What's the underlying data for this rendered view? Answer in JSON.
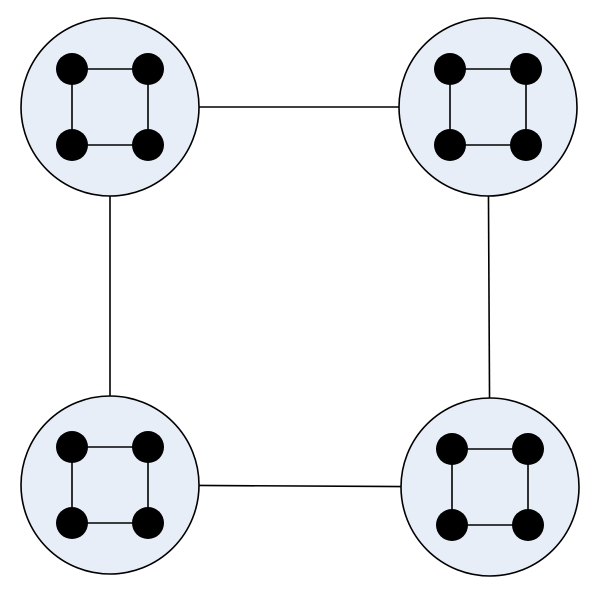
{
  "diagram": {
    "type": "hierarchical-network",
    "colors": {
      "background": "#ffffff",
      "cluster_fill": "#e8eef8",
      "stroke": "#000000",
      "node_fill": "#000000"
    },
    "clusters": [
      {
        "id": "top-left",
        "nodes": 4
      },
      {
        "id": "top-right",
        "nodes": 4
      },
      {
        "id": "bottom-left",
        "nodes": 4
      },
      {
        "id": "bottom-right",
        "nodes": 4
      }
    ],
    "cluster_links": [
      [
        "top-left",
        "top-right"
      ],
      [
        "top-right",
        "bottom-right"
      ],
      [
        "bottom-right",
        "bottom-left"
      ],
      [
        "bottom-left",
        "top-left"
      ]
    ],
    "inner_topology": "ring"
  }
}
